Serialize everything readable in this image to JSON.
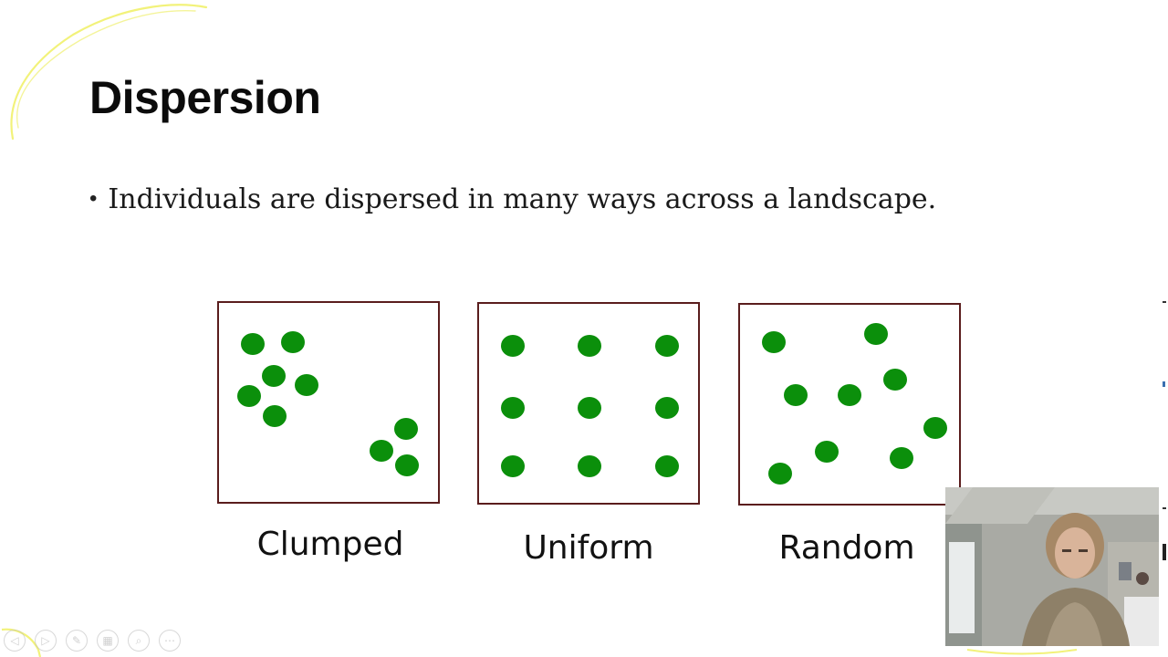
{
  "slide": {
    "title": "Dispersion",
    "bullet": "Individuals are dispersed in many ways across a landscape."
  },
  "panels": [
    {
      "label": "Clumped"
    },
    {
      "label": "Uniform"
    },
    {
      "label": "Random"
    }
  ],
  "colors": {
    "dot": "#0b8f0b",
    "panel_border": "#5a1d1d",
    "annotation": "#f4f48a"
  },
  "toolbar": {
    "icons": [
      "previous-icon",
      "next-icon",
      "pen-icon",
      "slides-icon",
      "zoom-icon",
      "more-icon"
    ]
  }
}
